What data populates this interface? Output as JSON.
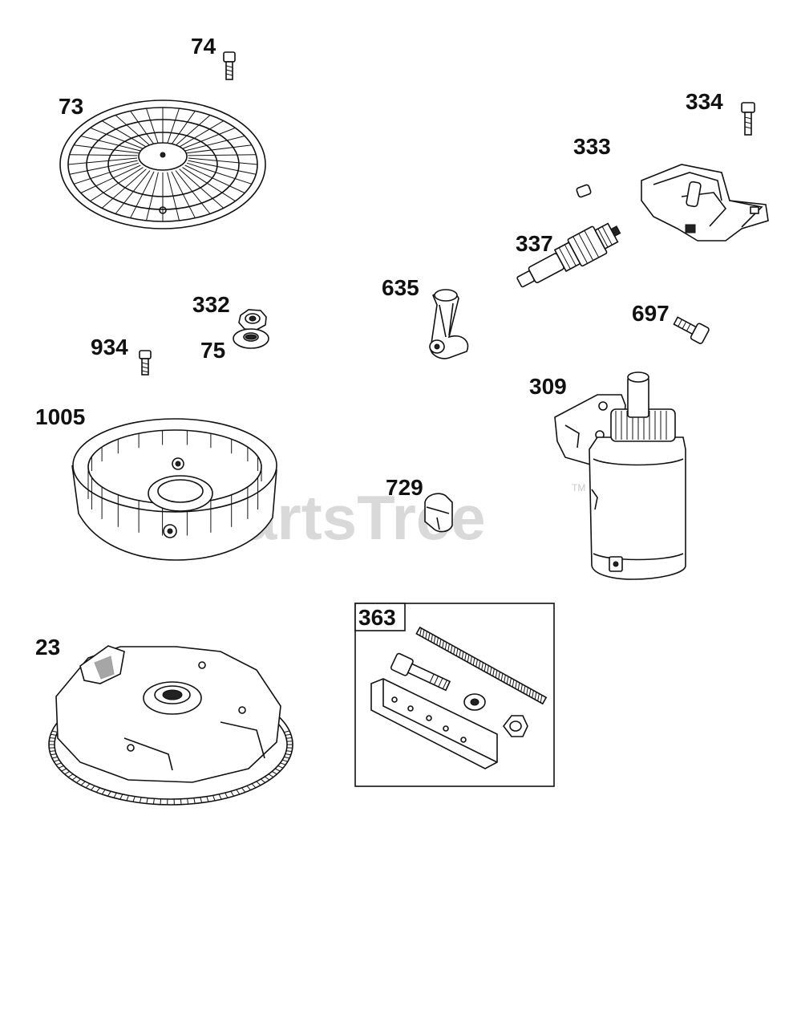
{
  "watermark": {
    "text": "PartsTree",
    "trademark": "TM"
  },
  "parts": [
    {
      "id": "74"
    },
    {
      "id": "73"
    },
    {
      "id": "334"
    },
    {
      "id": "333"
    },
    {
      "id": "337"
    },
    {
      "id": "635"
    },
    {
      "id": "697"
    },
    {
      "id": "332"
    },
    {
      "id": "934"
    },
    {
      "id": "75"
    },
    {
      "id": "1005"
    },
    {
      "id": "309"
    },
    {
      "id": "729"
    },
    {
      "id": "23"
    },
    {
      "id": "363"
    }
  ]
}
